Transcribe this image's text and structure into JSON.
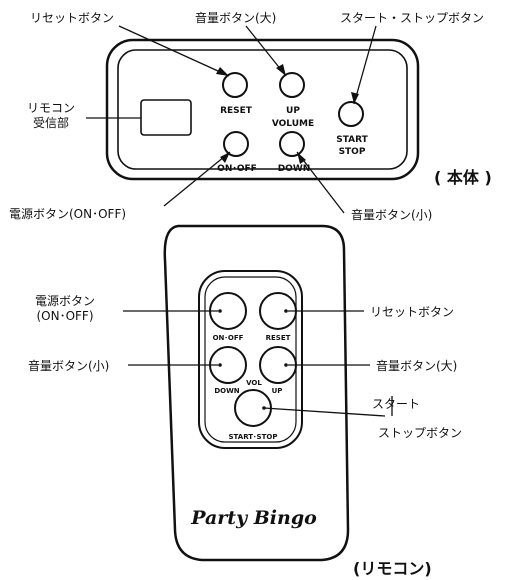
{
  "main_unit": {
    "title": "( 本体 )",
    "callouts": {
      "reset": "リセットボタン",
      "volume_up": "音量ボタン(大)",
      "start_stop": "スタート・ストップボタン",
      "receiver_line1": "リモコン",
      "receiver_line2": "受信部",
      "power": "電源ボタン(ON･OFF)",
      "volume_down": "音量ボタン(小)"
    },
    "buttons": {
      "reset": "RESET",
      "up": "UP",
      "volume": "VOLUME",
      "start": "START",
      "stop": "STOP",
      "on_off": "ON･OFF",
      "down": "DOWN"
    }
  },
  "remote": {
    "title": "(リモコン)",
    "brand": "Party Bingo",
    "callouts": {
      "power_line1": "電源ボタン",
      "power_line2": "(ON･OFF)",
      "reset": "リセットボタン",
      "volume_down": "音量ボタン(小)",
      "volume_up": "音量ボタン(大)",
      "start_stop_line1": "スタート",
      "start_stop_line2": "ストップボタン"
    },
    "buttons": {
      "on_off": "ON･OFF",
      "reset": "RESET",
      "down": "DOWN",
      "vol": "VOL",
      "up": "UP",
      "start_stop": "START･STOP"
    }
  }
}
